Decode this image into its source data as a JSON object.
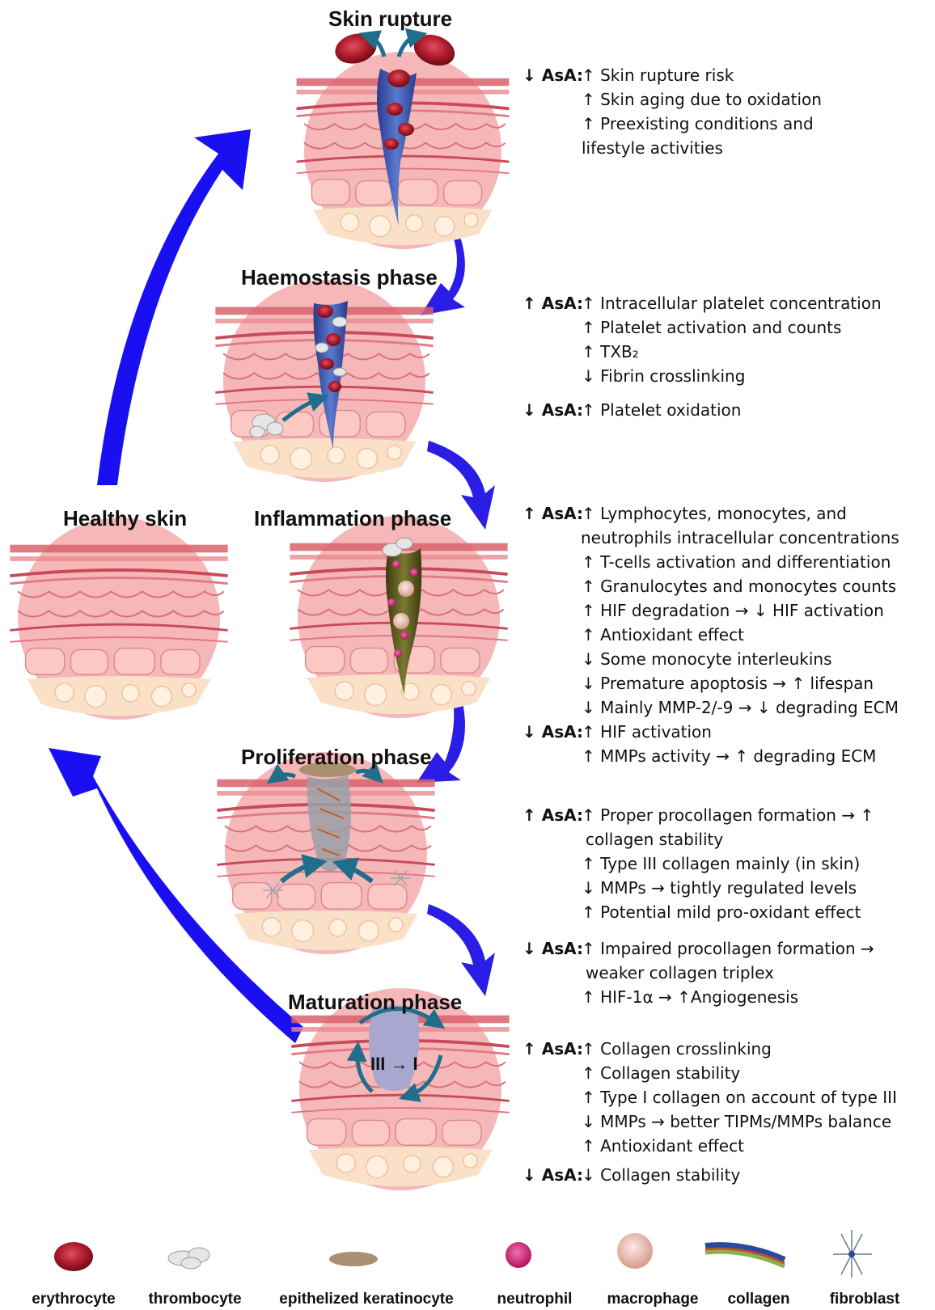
{
  "phases": {
    "skin_rupture": "Skin rupture",
    "haemostasis": "Haemostasis phase",
    "healthy": "Healthy skin",
    "inflammation": "Inflammation phase",
    "proliferation": "Proliferation phase",
    "maturation": "Maturation phase"
  },
  "notes": {
    "maturation_label": "III → I",
    "b1": {
      "head": "↓ AsA:",
      "lines": [
        "↑ Skin rupture risk",
        "↑ Skin aging due to oxidation",
        "↑ Preexisting conditions and",
        "lifestyle activities"
      ]
    },
    "b2": {
      "head": "↑ AsA:",
      "lines": [
        "↑ Intracellular platelet concentration",
        "↑ Platelet activation and counts",
        "↑ TXB₂",
        "↓ Fibrin crosslinking"
      ]
    },
    "b3": {
      "head": "↓ AsA:",
      "lines": [
        "↑ Platelet oxidation"
      ]
    },
    "b4": {
      "head": "↑ AsA:",
      "lines": [
        "↑ Lymphocytes, monocytes, and",
        "neutrophils  intracellular concentrations",
        "↑ T-cells activation and differentiation",
        "↑ Granulocytes and monocytes counts",
        "↑ HIF degradation → ↓ HIF activation",
        "↑ Antioxidant effect",
        "↓ Some monocyte interleukins",
        "↓ Premature apoptosis → ↑ lifespan",
        "↓ Mainly MMP-2/-9 → ↓ degrading ECM"
      ]
    },
    "b5": {
      "head": "↓ AsA:",
      "lines": [
        "↑ HIF activation",
        "↑ MMPs activity → ↑ degrading ECM"
      ]
    },
    "b6": {
      "head": "↑ AsA:",
      "lines": [
        "↑ Proper procollagen formation → ↑",
        "collagen stability",
        "↑ Type III collagen mainly (in skin)",
        "↓ MMPs → tightly regulated levels",
        "↑ Potential mild pro-oxidant effect"
      ]
    },
    "b7": {
      "head": "↓ AsA:",
      "lines": [
        "↑ Impaired procollagen formation →",
        "weaker collagen triplex",
        "↑ HIF-1α → ↑Angiogenesis"
      ]
    },
    "b8": {
      "head": "↑ AsA:",
      "lines": [
        "↑ Collagen crosslinking",
        "↑ Collagen stability",
        "↑ Type I collagen on account of type III",
        "↓ MMPs → better TIPMs/MMPs balance",
        "↑ Antioxidant effect"
      ]
    },
    "b9": {
      "head": "↓ AsA:",
      "lines": [
        "↓ Collagen stability"
      ]
    }
  },
  "legend": [
    {
      "icon": "erythrocyte-icon",
      "label": "erythrocyte"
    },
    {
      "icon": "thrombocyte-icon",
      "label": "thrombocyte"
    },
    {
      "icon": "keratinocyte-icon",
      "label": "epithelized keratinocyte"
    },
    {
      "icon": "neutrophil-icon",
      "label": "neutrophil"
    },
    {
      "icon": "macrophage-icon",
      "label": "macrophage"
    },
    {
      "icon": "collagen-icon",
      "label": "collagen"
    },
    {
      "icon": "fibroblast-icon",
      "label": "fibroblast"
    }
  ],
  "colors": {
    "big_arrow": "#1a0ff0",
    "flow_arrow": "#2a1de6",
    "skin_pink": "#f3a8ac",
    "skin_red": "#d4485a",
    "subcutis": "#f8d4b8",
    "wound_blue": "#3a4aa0",
    "erythrocyte": "#b02030",
    "neutrophil": "#d62a7a",
    "cyan_arrow": "#1f6f8c"
  }
}
